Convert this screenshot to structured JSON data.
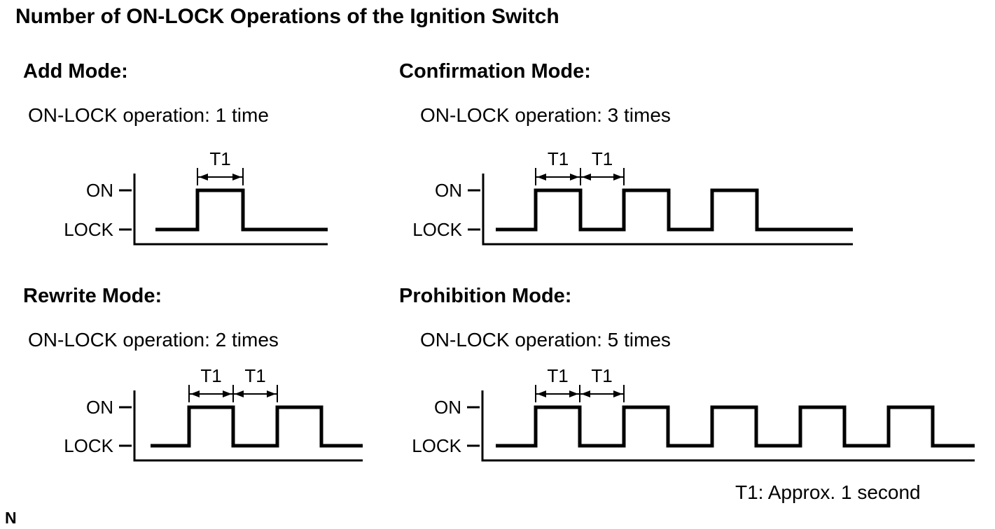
{
  "page": {
    "title": "Number of ON-LOCK Operations of the Ignition Switch",
    "footnote": "T1: Approx. 1 second",
    "corner_mark": "N",
    "background_color": "#ffffff",
    "ink_color": "#000000"
  },
  "labels": {
    "on": "ON",
    "lock": "LOCK",
    "t1": "T1"
  },
  "panels": [
    {
      "id": "add",
      "title": "Add Mode:",
      "operation": "ON-LOCK operation: 1 time",
      "pulses": 1,
      "t1_spans": 1
    },
    {
      "id": "confirmation",
      "title": "Confirmation Mode:",
      "operation": "ON-LOCK operation: 3 times",
      "pulses": 3,
      "t1_spans": 2
    },
    {
      "id": "rewrite",
      "title": "Rewrite Mode:",
      "operation": "ON-LOCK operation: 2 times",
      "pulses": 2,
      "t1_spans": 2
    },
    {
      "id": "prohibition",
      "title": "Prohibition Mode:",
      "operation": "ON-LOCK operation: 5 times",
      "pulses": 5,
      "t1_spans": 2
    }
  ],
  "chart_data": [
    {
      "type": "line",
      "subtype": "timing-square-wave",
      "title": "Add Mode",
      "levels": [
        "LOCK",
        "ON"
      ],
      "on_pulses": 1,
      "t1_spans_marked": 1,
      "sequence_level_per_t1": [
        "LOCK",
        "ON",
        "LOCK"
      ],
      "t1_seconds_approx": 1
    },
    {
      "type": "line",
      "subtype": "timing-square-wave",
      "title": "Confirmation Mode",
      "levels": [
        "LOCK",
        "ON"
      ],
      "on_pulses": 3,
      "t1_spans_marked": 2,
      "sequence_level_per_t1": [
        "LOCK",
        "ON",
        "LOCK",
        "ON",
        "LOCK",
        "ON",
        "LOCK"
      ],
      "t1_seconds_approx": 1
    },
    {
      "type": "line",
      "subtype": "timing-square-wave",
      "title": "Rewrite Mode",
      "levels": [
        "LOCK",
        "ON"
      ],
      "on_pulses": 2,
      "t1_spans_marked": 2,
      "sequence_level_per_t1": [
        "LOCK",
        "ON",
        "LOCK",
        "ON",
        "LOCK"
      ],
      "t1_seconds_approx": 1
    },
    {
      "type": "line",
      "subtype": "timing-square-wave",
      "title": "Prohibition Mode",
      "levels": [
        "LOCK",
        "ON"
      ],
      "on_pulses": 5,
      "t1_spans_marked": 2,
      "sequence_level_per_t1": [
        "LOCK",
        "ON",
        "LOCK",
        "ON",
        "LOCK",
        "ON",
        "LOCK",
        "ON",
        "LOCK",
        "ON",
        "LOCK"
      ],
      "t1_seconds_approx": 1
    }
  ]
}
